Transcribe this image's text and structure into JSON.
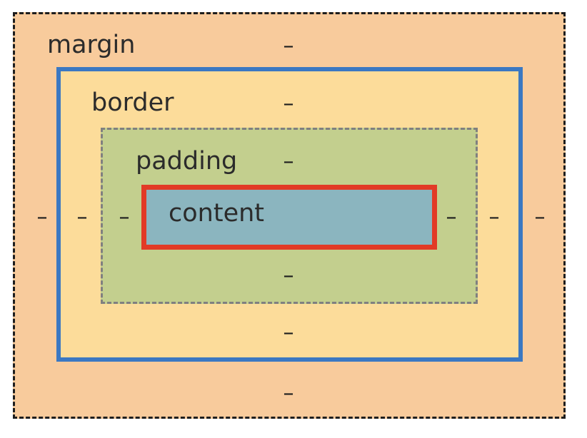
{
  "labels": {
    "margin": "margin",
    "border": "border",
    "padding": "padding",
    "content": "content"
  },
  "values": {
    "margin": {
      "top": "–",
      "right": "–",
      "bottom": "–",
      "left": "–"
    },
    "border": {
      "top": "–",
      "right": "–",
      "bottom": "–",
      "left": "–"
    },
    "padding": {
      "top": "–",
      "right": "–",
      "bottom": "–",
      "left": "–"
    }
  },
  "colors": {
    "margin_bg": "#f8cb9c",
    "border_bg": "#fcdc9a",
    "border_line": "#3b78c2",
    "padding_bg": "#c3cf8e",
    "content_bg": "#8bb5bf",
    "content_line": "#e23a26"
  }
}
